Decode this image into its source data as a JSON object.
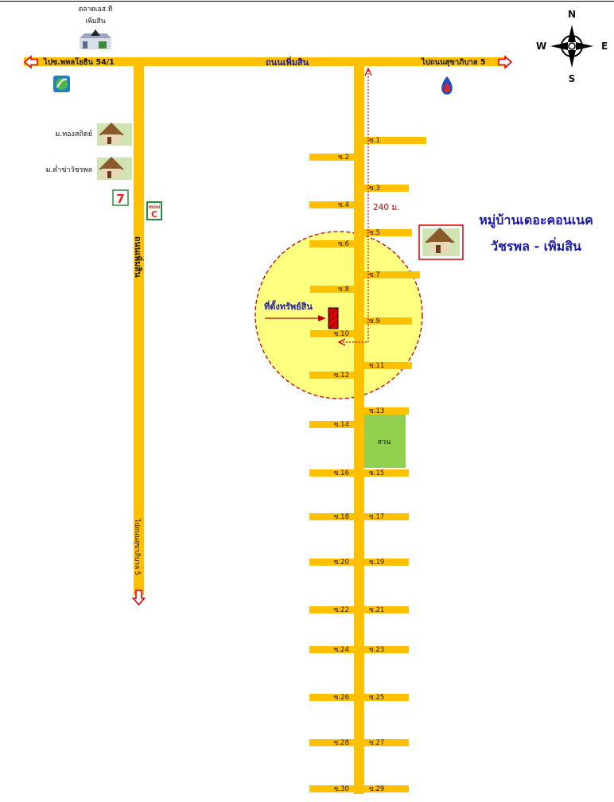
{
  "map": {
    "top_road_name": "ถนนเพิ่มสิน",
    "left_destination": "ไปซ.พหลโยธิน 54/1",
    "right_destination": "ไปถนนสุขาภิบาล 5",
    "left_road_vertical_label": "ถนนเพิ่มสิน",
    "left_road_bottom_label": "ไปถนนสุขาภิบาล 5",
    "market_label_line1": "ตลาดเอส.ที",
    "market_label_line2": "เพิ่มสิน",
    "village_1": "ม.ทองสถิตย์",
    "village_2": "ม.ค่ำข่าวัชรพล",
    "project_name_line1": "หมู่บ้านเดอะคอนเนค",
    "project_name_line2": "วัชรพล - เพิ่มสิน",
    "property_label": "ที่ตั้งทรัพย์สิน",
    "distance_label": "240 ม.",
    "park_label": "สวน",
    "mini_label": "mini",
    "compass": {
      "n": "N",
      "s": "S",
      "e": "E",
      "w": "W"
    },
    "soi_right": [
      "ซ.1",
      "ซ.3",
      "ซ.5",
      "ซ.7",
      "ซ.9",
      "ซ.11",
      "ซ.13",
      "ซ.15",
      "ซ.17",
      "ซ.19",
      "ซ.21",
      "ซ.23",
      "ซ.25",
      "ซ.27",
      "ซ.29"
    ],
    "soi_left": [
      "ซ.2",
      "ซ.4",
      "ซ.6",
      "ซ.8",
      "ซ.10",
      "ซ.12",
      "ซ.14",
      "ซ.16",
      "ซ.18",
      "ซ.20",
      "ซ.22",
      "ซ.24",
      "ซ.26",
      "ซ.28",
      "ซ.30"
    ],
    "colors": {
      "road": "#FFC000",
      "circle": "#FFFF80",
      "circle_border": "#C00000",
      "arrow": "#E00000",
      "park": "#92D050",
      "text_blue": "#1A1AA6"
    }
  }
}
